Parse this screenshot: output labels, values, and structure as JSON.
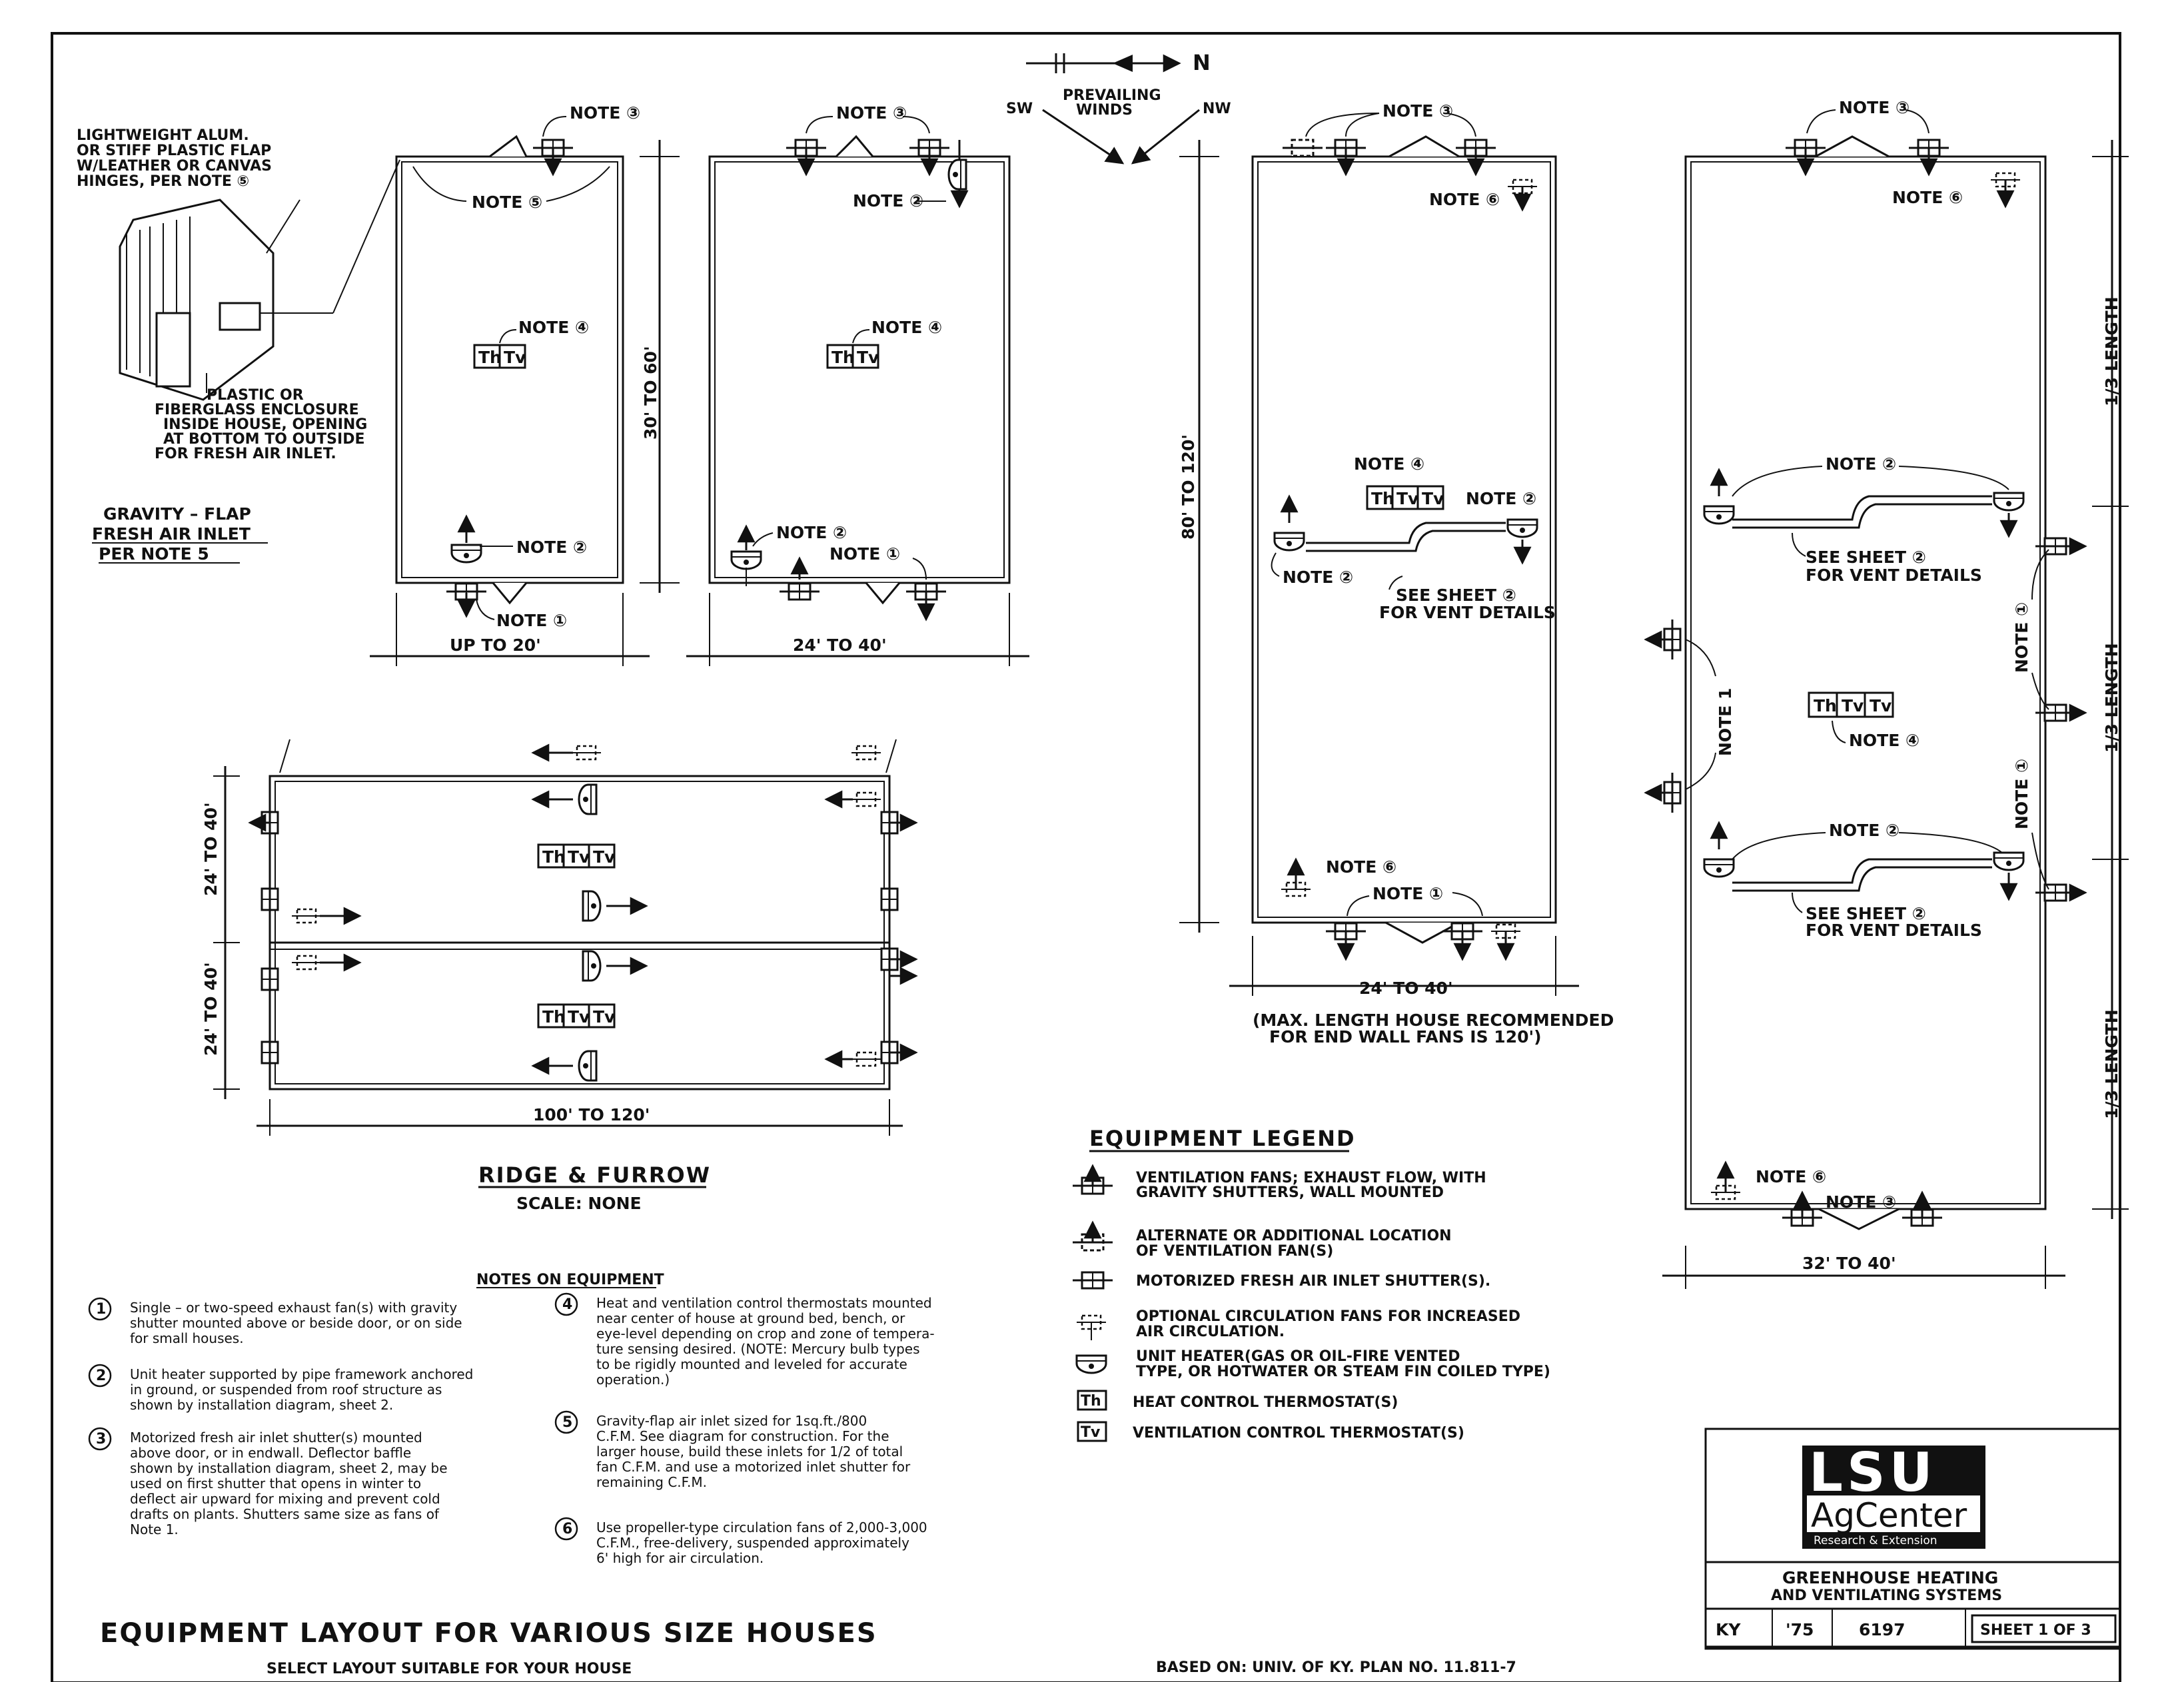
{
  "compass": {
    "north": "N",
    "sw": "SW",
    "nw": "NW",
    "winds": [
      "PREVAILING",
      "WINDS"
    ]
  },
  "gravity_flap": {
    "callout_top": [
      "LIGHTWEIGHT ALUM.",
      "OR STIFF PLASTIC FLAP",
      "W/LEATHER OR CANVAS",
      "HINGES, PER NOTE ⑤"
    ],
    "callout_bottom": [
      "PLASTIC OR",
      "FIBERGLASS ENCLOSURE",
      "INSIDE HOUSE, OPENING",
      "AT BOTTOM TO OUTSIDE",
      "FOR FRESH AIR INLET."
    ],
    "title": [
      "GRAVITY – FLAP",
      "FRESH AIR INLET",
      "PER NOTE 5"
    ]
  },
  "note_labels": {
    "n1": "NOTE ①",
    "n2": "NOTE ②",
    "n3": "NOTE ③",
    "n4": "NOTE ④",
    "n5": "NOTE ⑤",
    "n6": "NOTE ⑥",
    "note1_plain": "NOTE 1"
  },
  "thermo": {
    "th": "Th",
    "tv": "Tv"
  },
  "dims": {
    "d1": "UP TO 20'",
    "d1h": "30' TO 60'",
    "d2": "24' TO 40'",
    "d3": "24' TO 40'",
    "d3h": "80' TO 120'",
    "d4": "32' TO 40'",
    "third": "1/3 LENGTH",
    "rf_w1": "24' TO 40'",
    "rf_w2": "24' TO 40'",
    "rf_len": "100' TO 120'"
  },
  "vent_details": [
    "SEE SHEET ②",
    "FOR VENT DETAILS"
  ],
  "max_length_note": [
    "(MAX. LENGTH HOUSE RECOMMENDED",
    "FOR END WALL FANS IS 120')"
  ],
  "ridge_furrow": {
    "title": "RIDGE & FURROW",
    "scale": "SCALE: NONE"
  },
  "notes_title": "NOTES ON EQUIPMENT",
  "notes": [
    {
      "num": "1",
      "lines": [
        "Single – or two-speed exhaust fan(s) with gravity",
        "shutter mounted above or beside door, or on side",
        "for small houses."
      ]
    },
    {
      "num": "2",
      "lines": [
        "Unit heater supported by pipe framework anchored",
        "in ground, or suspended from roof structure as",
        "shown by installation diagram, sheet 2."
      ]
    },
    {
      "num": "3",
      "lines": [
        "Motorized fresh air inlet shutter(s) mounted",
        "above door, or in endwall. Deflector baffle",
        "shown by installation diagram, sheet 2, may be",
        "used on first shutter that opens in winter to",
        "deflect air upward for mixing and prevent cold",
        "drafts on plants. Shutters same size as fans of",
        "Note 1."
      ]
    },
    {
      "num": "4",
      "lines": [
        "Heat and ventilation control thermostats mounted",
        "near center of house at ground bed, bench, or",
        "eye-level depending on crop and zone of tempera-",
        "ture sensing desired. (NOTE: Mercury bulb types",
        "to be rigidly mounted and leveled for accurate",
        "operation.)"
      ]
    },
    {
      "num": "5",
      "lines": [
        "Gravity-flap air inlet sized for 1sq.ft./800",
        "C.F.M. See diagram for construction. For the",
        "larger house, build these inlets for 1/2 of total",
        "fan C.F.M. and use a motorized inlet shutter for",
        "remaining C.F.M."
      ]
    },
    {
      "num": "6",
      "lines": [
        "Use propeller-type circulation fans of 2,000-3,000",
        "C.F.M., free-delivery, suspended approximately",
        "6' high for air circulation."
      ]
    }
  ],
  "legend": {
    "title": "EQUIPMENT LEGEND",
    "items": [
      {
        "icon": "exhaust-fan-icon",
        "lines": [
          "VENTILATION FANS; EXHAUST FLOW, WITH",
          "GRAVITY SHUTTERS, WALL MOUNTED"
        ]
      },
      {
        "icon": "alternate-fan-icon",
        "lines": [
          "ALTERNATE OR ADDITIONAL LOCATION",
          "OF VENTILATION FAN(S)"
        ]
      },
      {
        "icon": "inlet-shutter-icon",
        "lines": [
          "MOTORIZED FRESH AIR INLET SHUTTER(S)."
        ]
      },
      {
        "icon": "circulation-fan-icon",
        "lines": [
          "OPTIONAL CIRCULATION FANS FOR INCREASED",
          "AIR CIRCULATION."
        ]
      },
      {
        "icon": "unit-heater-icon",
        "lines": [
          "UNIT HEATER(GAS OR OIL-FIRE VENTED",
          "TYPE, OR HOTWATER OR STEAM FIN COILED TYPE)"
        ]
      },
      {
        "icon": "heat-thermostat-icon",
        "lines": [
          "HEAT CONTROL THERMOSTAT(S)"
        ]
      },
      {
        "icon": "vent-thermostat-icon",
        "lines": [
          "VENTILATION CONTROL THERMOSTAT(S)"
        ]
      }
    ]
  },
  "footer": {
    "title": "EQUIPMENT LAYOUT FOR VARIOUS SIZE HOUSES",
    "subtitle": "SELECT LAYOUT SUITABLE FOR YOUR HOUSE",
    "based_on": "BASED ON: UNIV. OF KY. PLAN NO. 11.811-7"
  },
  "title_block": {
    "logo_top": "LSU",
    "logo_mid": "AgCenter",
    "logo_sub": "Research & Extension",
    "title1": "GREENHOUSE HEATING",
    "title2": "AND VENTILATING SYSTEMS",
    "ky": "KY",
    "year": "'75",
    "num": "6197",
    "sheet": "SHEET 1 OF 3"
  }
}
